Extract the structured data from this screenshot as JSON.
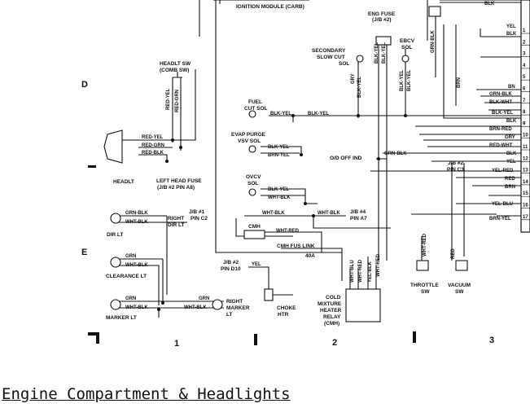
{
  "caption": "Engine Compartment & Headlights",
  "sections": {
    "row_d": "D",
    "row_e": "E",
    "col_1": "1",
    "col_2": "2",
    "col_3": "3"
  },
  "components": {
    "ignition_module": "IGNITION MODULE (CARB)",
    "headlt_sw_1": "HEADLT SW",
    "headlt_sw_2": "(COMB SW)",
    "headlt": "HEADLT",
    "left_head_fuse_1": "LEFT HEAD FUSE",
    "left_head_fuse_2": "(J/B #2 PIN A8)",
    "dir_lt": "DIR LT",
    "right_dir_lt_1": "RIGHT",
    "right_dir_lt_2": "DIR LT",
    "clearance_lt": "CLEARANCE LT",
    "marker_lt": "MARKER LT",
    "right_marker_lt_1": "RIGHT",
    "right_marker_lt_2": "MARKER",
    "right_marker_lt_3": "LT",
    "fuel_cut_sol_1": "FUEL",
    "fuel_cut_sol_2": "CUT SOL",
    "evap_purge_1": "EVAP PURGE",
    "evap_purge_2": "VSV SOL",
    "ovcv_1": "OVCV",
    "ovcv_2": "SOL",
    "cmh": "CMH",
    "cmh_fus_link": "CMH FUS LINK",
    "fus_40a": "40A",
    "choke_1": "CHOKE",
    "choke_2": "HTR",
    "cmh_relay_1": "COLD",
    "cmh_relay_2": "MIXTURE",
    "cmh_relay_3": "HEATER",
    "cmh_relay_4": "RELAY",
    "cmh_relay_5": "(CMH)",
    "eng_fuse_1": "ENG FUSE",
    "eng_fuse_2": "(J/B #2)",
    "secondary_1": "SECONDARY",
    "secondary_2": "SLOW CUT",
    "secondary_3": "SOL",
    "ebcv_1": "EBCV",
    "ebcv_2": "SOL",
    "od_off_ind": "O/D OFF IND",
    "throttle_sw_1": "THROTTLE",
    "throttle_sw_2": "SW",
    "vacuum_sw_1": "VACUUM",
    "vacuum_sw_2": "SW",
    "jb2_c2_1": "J/B #1",
    "jb2_c2_2": "PIN C2",
    "jb2_a7_1": "J/B #4",
    "jb2_a7_2": "PIN A7",
    "jb2_d10_1": "J/B #2",
    "jb2_d10_2": "PIN D10",
    "jb2_c3_1": "J/B #2",
    "jb2_c3_2": "PIN C3"
  },
  "wires": {
    "red_yel_v": "RED-YEL",
    "red_grn_v": "RED-GRN",
    "red_yel": "RED-YEL",
    "red_grn": "RED-GRN",
    "red_blk": "RED-BLK",
    "grn_blk": "GRN-BLK",
    "wht_blk_dir": "WHT-BLK",
    "grn_cl": "GRN",
    "wht_blk_cl": "WHT-BLK",
    "grn_mk": "GRN",
    "wht_blk_mk": "WHT-BLK",
    "grn_rmk": "GRN",
    "wht_blk_rmk": "WHT-BLK",
    "yel_choke": "YEL",
    "blk_yel_fuel": "BLK-YEL",
    "blk_yel_main": "BLK-YEL",
    "blk_yel_evap": "BLK-YEL",
    "brn_yel_evap": "BRN-YEL",
    "blk_yel_ovcv": "BLK-YEL",
    "wht_blk_ovcv": "WHT-BLK",
    "wht_blk_a7": "WHT-BLK",
    "wht_blk_cmh": "WHT-BLK",
    "wht_red_cmh": "WHT-RED",
    "blk_yel_fuse1": "BLK-YEL",
    "blk_yel_fuse2": "BLK-YEL",
    "gry_sec": "GRY",
    "blk_yel_sec": "BLK-YEL",
    "blk_yel_ebcv": "BLK-YEL",
    "blk_yel_ebcv2": "BLK-YEL",
    "grn_blk_top": "GRN-BLK",
    "brn_v": "BRN",
    "grn_blk_od": "GRN-BLK",
    "wht_blu": "WHT-BLU",
    "wht_red_r1": "WHT-RED",
    "yel_blk_r": "YEL-BLK",
    "wht_red_r2": "WHT-RED",
    "wht_red_throttle": "WHT-RED",
    "red_vacuum": "RED",
    "blk_top": "BLK",
    "r_yel": "YEL",
    "r_blk1": "BLK",
    "r_bn": "BN",
    "r_grn_blk": "GRN-BLK",
    "r_blk_wht": "BLK-WHT",
    "r_blk_yel": "BLK-YEL",
    "r_blk2": "BLK",
    "r_brn_red": "BRN-RED",
    "r_gry": "GRY",
    "r_red_wht": "RED-WHT",
    "r_blk3": "BLK",
    "r_yel2": "YEL",
    "r_yel_red": "YEL-RED",
    "r_red": "RED",
    "r_brn": "BRN",
    "r_yel_blu": "YEL-BLU",
    "r_brn_yel": "BRN-YEL"
  },
  "connector_pins": [
    "1",
    "2",
    "3",
    "4",
    "5",
    "6",
    "7",
    "8",
    "9",
    "10",
    "11",
    "12",
    "13",
    "14",
    "15",
    "16",
    "17"
  ]
}
